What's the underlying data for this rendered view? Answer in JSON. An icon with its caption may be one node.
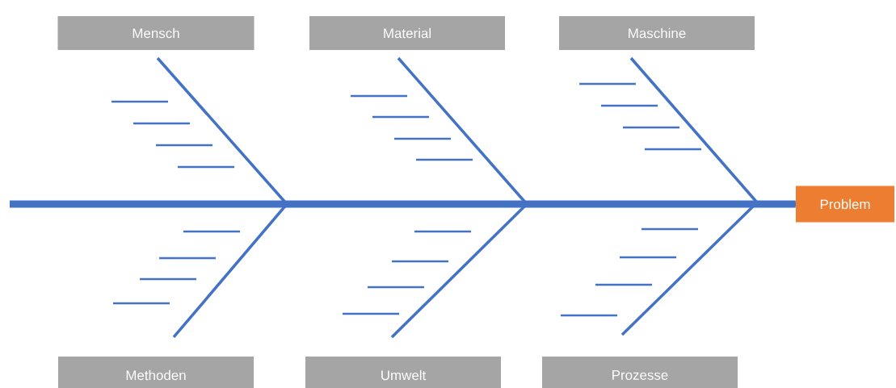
{
  "diagram": {
    "nodes": [
      {
        "text": [
          "Mensch"
        ]
      },
      {
        "text": [
          "Material"
        ]
      },
      {
        "text": [
          "Maschine"
        ]
      },
      {
        "text": [
          "Methoden"
        ]
      },
      {
        "text": [
          "Umwelt"
        ]
      },
      {
        "text": [
          "Prozesse"
        ]
      },
      {
        "text": [
          "Problem"
        ]
      }
    ],
    "edges": [
      {
        "from": null,
        "to": 6,
        "arrow": "none",
        "style": "thick"
      },
      {
        "from": 0,
        "to": 6,
        "arrow": "none"
      },
      {
        "from": 1,
        "to": 6,
        "arrow": "none"
      },
      {
        "from": 2,
        "to": 6,
        "arrow": "none"
      },
      {
        "from": 3,
        "to": 6,
        "arrow": "none"
      },
      {
        "from": 4,
        "to": 6,
        "arrow": "none"
      },
      {
        "from": 5,
        "to": 6,
        "arrow": "none"
      }
    ]
  }
}
